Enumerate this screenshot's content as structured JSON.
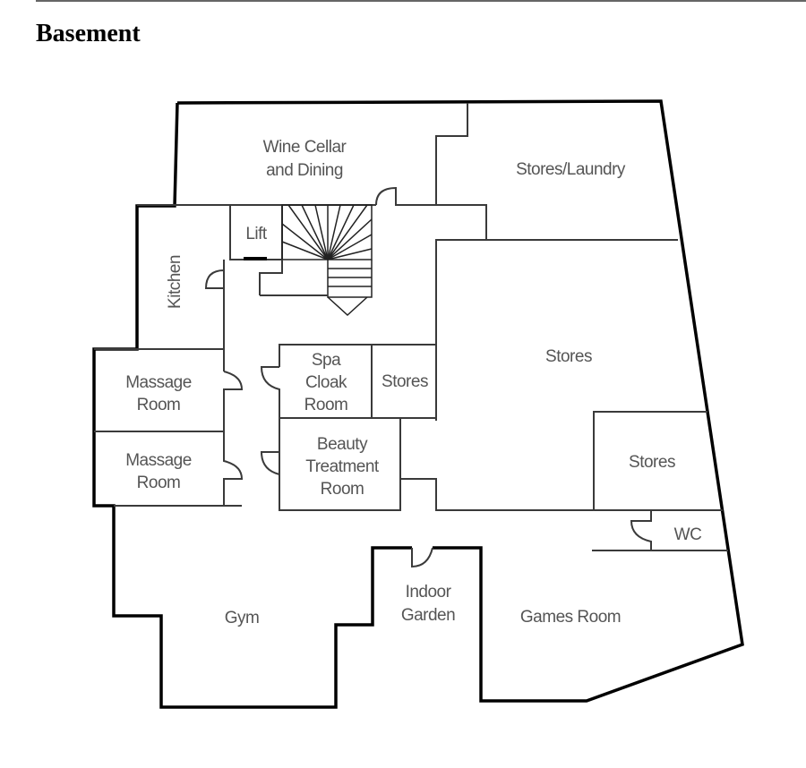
{
  "title": "Basement",
  "rooms": {
    "wine_cellar": [
      "Wine Cellar",
      "and Dining"
    ],
    "stores_laundry": "Stores/Laundry",
    "lift": "Lift",
    "kitchen": "Kitchen",
    "massage_1": [
      "Massage",
      "Room"
    ],
    "massage_2": [
      "Massage",
      "Room"
    ],
    "spa_cloak": [
      "Spa",
      "Cloak",
      "Room"
    ],
    "stores_small": "Stores",
    "stores_big": "Stores",
    "stores_right": "Stores",
    "beauty": [
      "Beauty",
      "Treatment",
      "Room"
    ],
    "wc": "WC",
    "gym": "Gym",
    "indoor_garden": [
      "Indoor",
      "Garden"
    ],
    "games_room": "Games Room"
  }
}
